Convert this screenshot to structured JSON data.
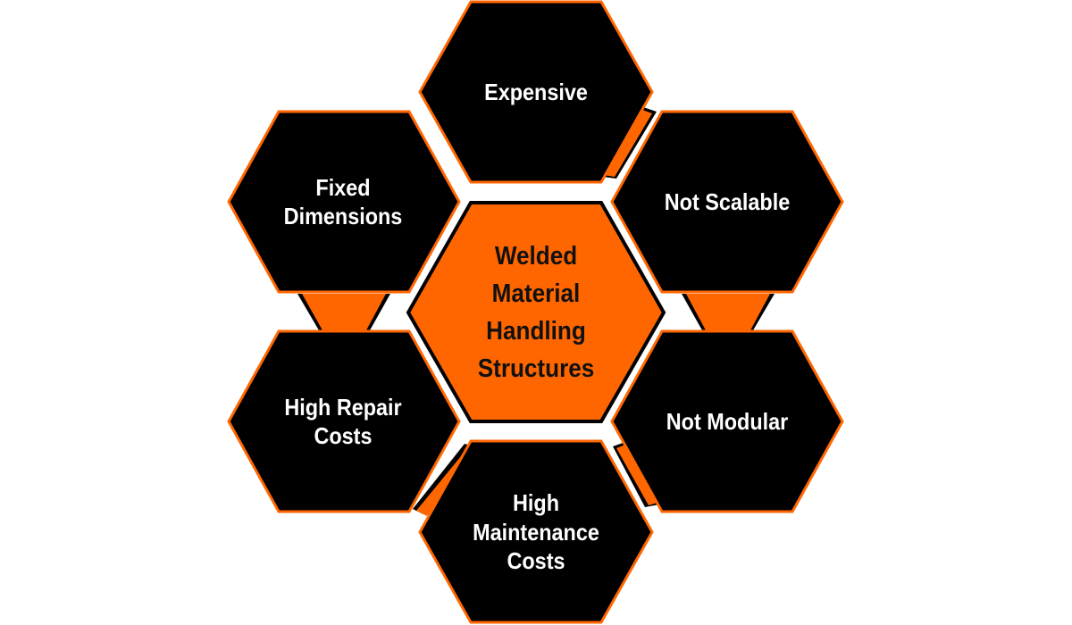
{
  "colors": {
    "accent": "#ff6600",
    "hex_fill": "#000000",
    "hex_stroke": "#ff6600",
    "center_fill": "#ff6600",
    "center_stroke": "#000000",
    "outer_text": "#ffffff",
    "center_text": "#111111",
    "background": "#ffffff"
  },
  "center": {
    "label": "Welded\nMaterial\nHandling\nStructures"
  },
  "nodes": [
    {
      "id": "top",
      "label": "Expensive"
    },
    {
      "id": "upper-right",
      "label": "Not Scalable"
    },
    {
      "id": "lower-right",
      "label": "Not Modular"
    },
    {
      "id": "bottom",
      "label": "High\nMaintenance\nCosts"
    },
    {
      "id": "lower-left",
      "label": "High Repair\nCosts"
    },
    {
      "id": "upper-left",
      "label": "Fixed\nDimensions"
    }
  ]
}
